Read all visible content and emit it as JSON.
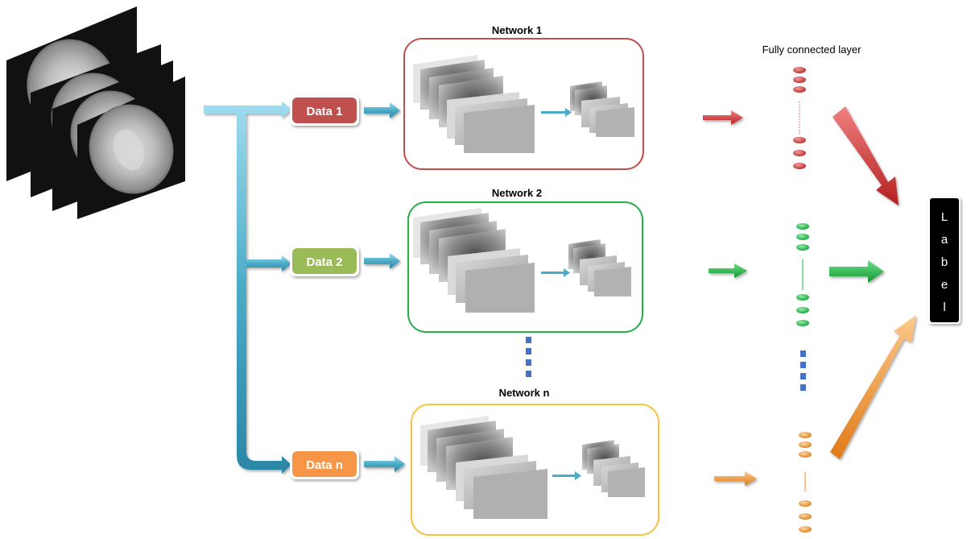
{
  "data_boxes": [
    {
      "label": "Data 1",
      "color": "#c0504d"
    },
    {
      "label": "Data 2",
      "color": "#9bbb59"
    },
    {
      "label": "Data n",
      "color": "#f79646"
    }
  ],
  "networks": [
    {
      "title": "Network 1",
      "border_color": "#c0504d"
    },
    {
      "title": "Network 2",
      "border_color": "#22b04b"
    },
    {
      "title": "Network n",
      "border_color": "#f5c342"
    }
  ],
  "fully_connected_label": "Fully connected layer",
  "output": {
    "label": "Label",
    "letters": [
      "L",
      "a",
      "b",
      "e",
      "l"
    ]
  },
  "colors": {
    "connector_blue": "#4bacc6",
    "dots_blue": "#4472c4",
    "red": "#c0504d",
    "green": "#22b04b",
    "orange": "#f79646"
  }
}
